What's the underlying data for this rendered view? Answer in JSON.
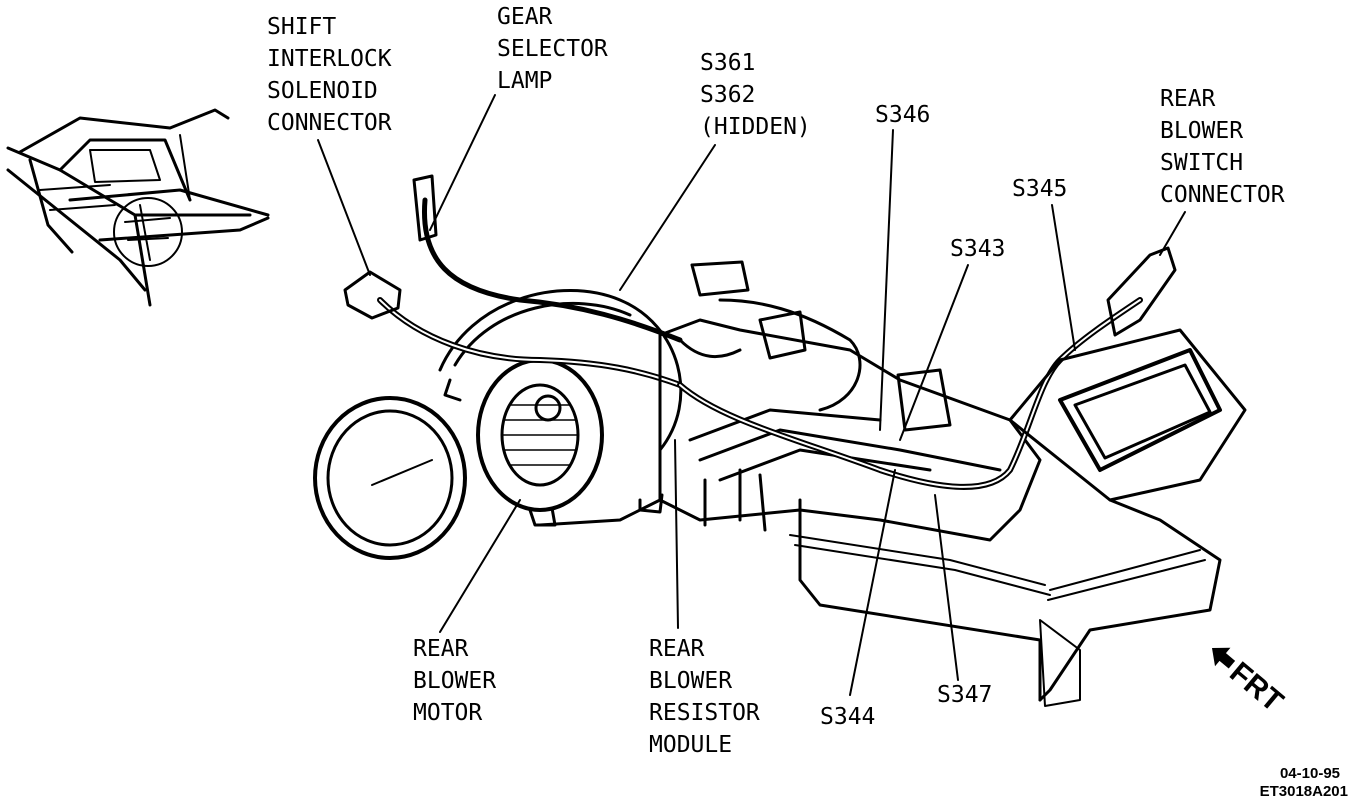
{
  "callouts": {
    "shift_interlock": [
      "SHIFT",
      "INTERLOCK",
      "SOLENOID",
      "CONNECTOR"
    ],
    "gear_selector": [
      "GEAR",
      "SELECTOR",
      "LAMP"
    ],
    "s361_s362": [
      "S361",
      "S362",
      "(HIDDEN)"
    ],
    "s346": "S346",
    "s345": "S345",
    "s343": "S343",
    "rear_blower_switch": [
      "REAR",
      "BLOWER",
      "SWITCH",
      "CONNECTOR"
    ],
    "rear_blower_motor": [
      "REAR",
      "BLOWER",
      "MOTOR"
    ],
    "rear_blower_resistor": [
      "REAR",
      "BLOWER",
      "RESISTOR",
      "MODULE"
    ],
    "s344": "S344",
    "s347": "S347"
  },
  "direction_marker": "FRT",
  "figure_codes": [
    "04-10-95",
    "ET3018A201"
  ]
}
